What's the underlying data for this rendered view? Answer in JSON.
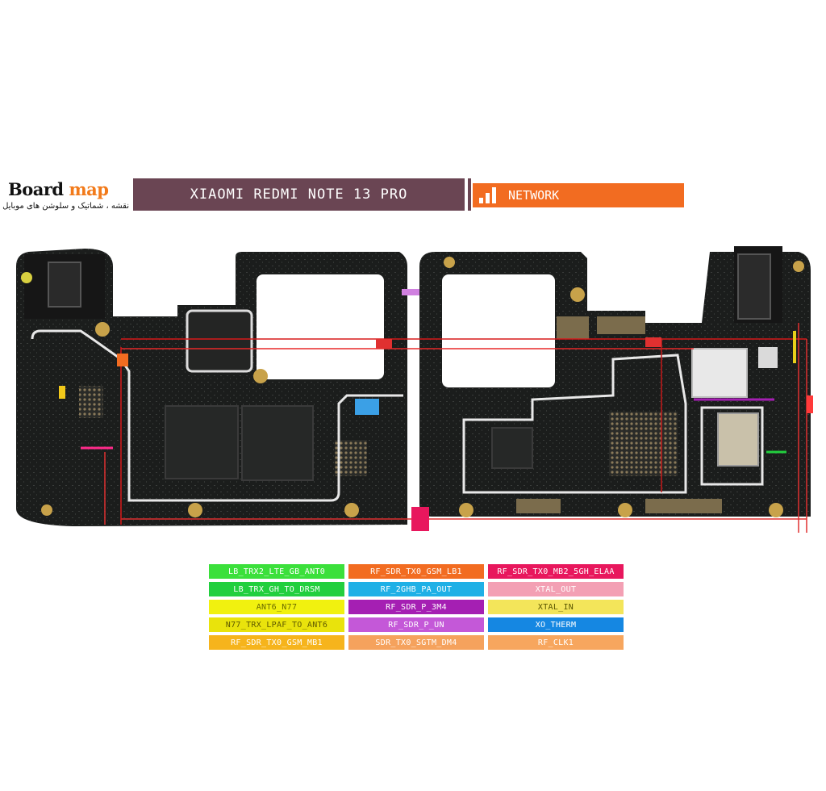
{
  "brand": {
    "name_part1": "Board",
    "name_part2": "map",
    "tagline": "نقشه ، شماتیک و سلوشن های موبایل"
  },
  "header": {
    "title": "XIAOMI REDMI NOTE 13 PRO",
    "section": "NETWORK",
    "section_icon": "bar-chart-icon",
    "title_color": "#6a4553",
    "section_color": "#f26c21"
  },
  "legend": [
    {
      "label": "LB_TRX2_LTE_GB_ANT0",
      "color": "#3be03b",
      "text": "#ffffff"
    },
    {
      "label": "RF_SDR_TX0_GSM_LB1",
      "color": "#f26c21",
      "text": "#ffffff"
    },
    {
      "label": "RF_SDR_TX0_MB2_5GH_ELAA",
      "color": "#e8175d",
      "text": "#ffffff"
    },
    {
      "label": "LB_TRX_GH_TO_DRSM",
      "color": "#22cf3e",
      "text": "#ffffff"
    },
    {
      "label": "RF_2GHB_PA_OUT",
      "color": "#1fb0e6",
      "text": "#ffffff"
    },
    {
      "label": "XTAL_OUT",
      "color": "#f3a0b4",
      "text": "#ffffff"
    },
    {
      "label": "ANT6_N77",
      "color": "#f1f10f",
      "text": "#6b6b00"
    },
    {
      "label": "RF_SDR_P_3M4",
      "color": "#a51fb3",
      "text": "#ffffff"
    },
    {
      "label": "XTAL_IN",
      "color": "#f3e55a",
      "text": "#5a5500"
    },
    {
      "label": "N77_TRX_LPAF_TO_ANT6",
      "color": "#e9e30c",
      "text": "#5f5a00"
    },
    {
      "label": "RF_SDR_P_UN",
      "color": "#c458d8",
      "text": "#ffffff"
    },
    {
      "label": "XO_THERM",
      "color": "#1587e2",
      "text": "#ffffff"
    },
    {
      "label": "RF_SDR_TX0_GSM_MB1",
      "color": "#f6b41c",
      "text": "#ffffff"
    },
    {
      "label": "SDR_TX0_SGTM_DM4",
      "color": "#f5a25d",
      "text": "#ffffff"
    },
    {
      "label": "RF_CLK1",
      "color": "#f7a65e",
      "text": "#ffffff"
    }
  ]
}
